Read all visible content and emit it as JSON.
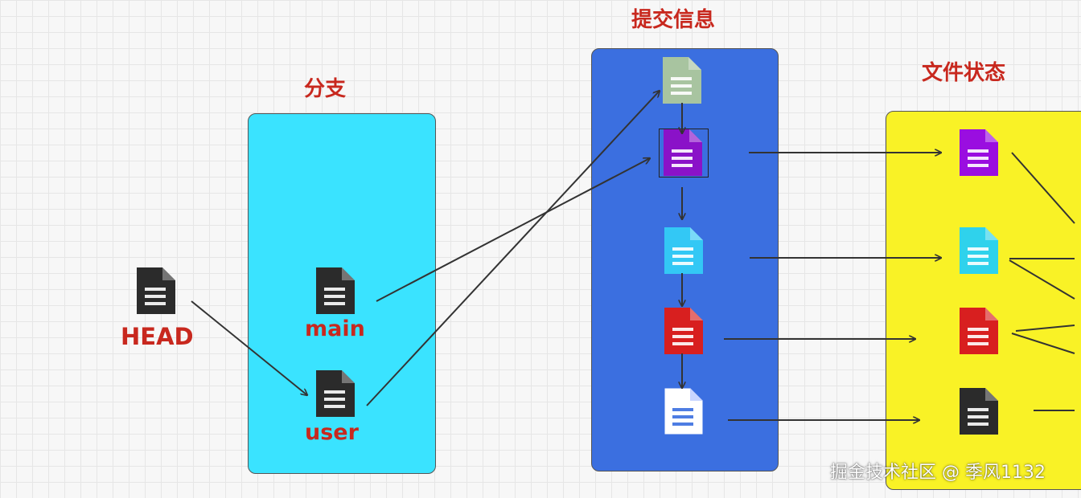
{
  "labels": {
    "head": "HEAD",
    "branches_title": "分支",
    "commits_title": "提交信息",
    "files_title": "文件状态",
    "branch_main": "main",
    "branch_user": "user"
  },
  "watermark": "掘金技术社区 @ 季风1132",
  "colors": {
    "label": "#c8281e",
    "branch_panel": "#3ae3ff",
    "commit_panel": "#3b6fe0",
    "file_panel": "#f9f226",
    "head_doc": "#2b2b2b",
    "branch_doc": "#2b2b2b",
    "commit_docs": [
      "#a8c4a0",
      "#8a12c8",
      "#33c8f5",
      "#d81f1f",
      "#ffffff"
    ],
    "file_docs": [
      "#9a0ee0",
      "#2fd2ec",
      "#d81f1f",
      "#2b2b2b"
    ]
  },
  "icons": {
    "document": "document-icon",
    "arrow": "arrow-right-icon"
  }
}
